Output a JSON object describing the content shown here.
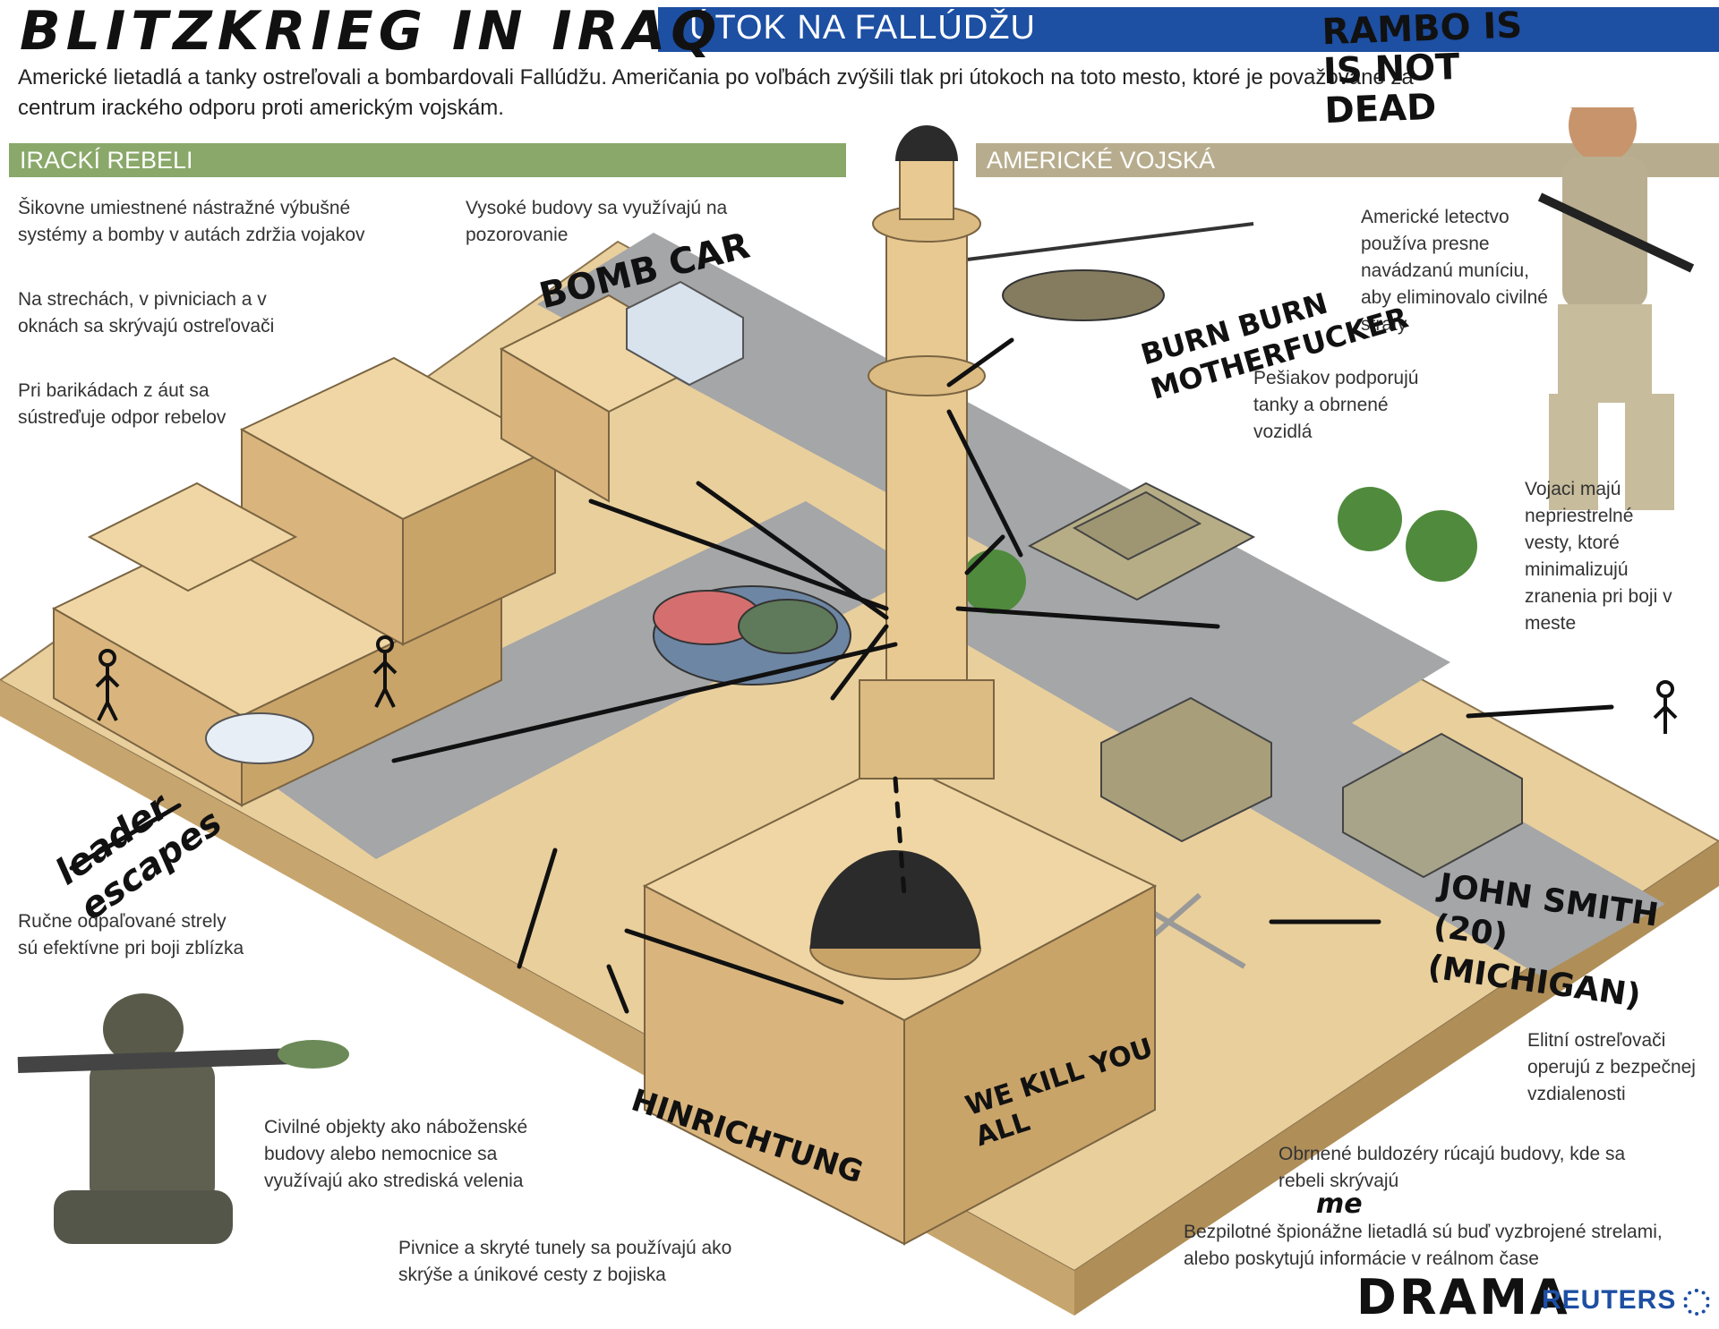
{
  "header": {
    "handwritten_title": "BLITZKRIEG IN IRAQ",
    "title": "ÚTOK NA FALLÚDŽU",
    "intro": "Americké lietadlá a tanky ostreľovali a bombardovali Fallúdžu. Američania po voľbách zvýšili tlak pri útokoch na toto mesto, ktoré je považované za centrum irackého odporu proti americkým vojskám."
  },
  "sections": {
    "left": "IRACKÍ REBELI",
    "right": "AMERICKÉ VOJSKÁ"
  },
  "notes": {
    "ied": "Šikovne umiestnené nástražné výbušné systémy a bomby v autách zdržia vojakov",
    "tall_buildings": "Vysoké budovy sa využívajú na pozorovanie",
    "snipers": "Na strechách, v pivniciach a v oknách sa skrývajú ostreľovači",
    "barricades": "Pri barikádach z áut sa sústreďuje odpor rebelov",
    "rpg": "Ručne odpaľované strely sú efektívne pri boji zblízka",
    "civil": "Civilné objekty ako náboženské budovy alebo nemocnice sa využívajú ako strediská velenia",
    "tunnels": "Pivnice a skryté tunely sa používajú ako skrýše a únikové cesty z bojiska",
    "air_force": "Americké letectvo používa presne navádzanú muníciu, aby eliminovalo civilné straty",
    "infantry": "Pešiakov podporujú tanky a obrnené vozidlá",
    "vests": "Vojaci majú nepriestrelné vesty, ktoré minimalizujú zranenia pri boji v meste",
    "elite_snipers": "Elitní ostreľovači operujú z bezpečnej vzdialenosti",
    "bulldozers": "Obrnené buldozéry rúcajú budovy, kde sa rebeli skrývajú",
    "drones": "Bezpilotné špionážne lietadlá sú buď vyzbrojené strelami, alebo poskytujú informácie v reálnom čase"
  },
  "scribbles": {
    "rambo": "RAMBO IS IS NOT DEAD",
    "bomb_car": "BOMB CAR",
    "burn": "BURN BURN MOTHERFUCKER",
    "leader": "leader escapes",
    "john_smith": "JOHN SMITH (20) (MICHIGAN)",
    "hinrichtung": "HINRICHTUNG",
    "kill": "WE KILL YOU ALL",
    "me": "me",
    "drama": "DRAMA"
  },
  "brand": "REUTERS",
  "colors": {
    "banner": "#1d4fa3",
    "rebels_bar": "#8aa86a",
    "us_bar": "#b7ad8e",
    "sand": "#e9cf9c",
    "road": "#a4a6a8"
  }
}
